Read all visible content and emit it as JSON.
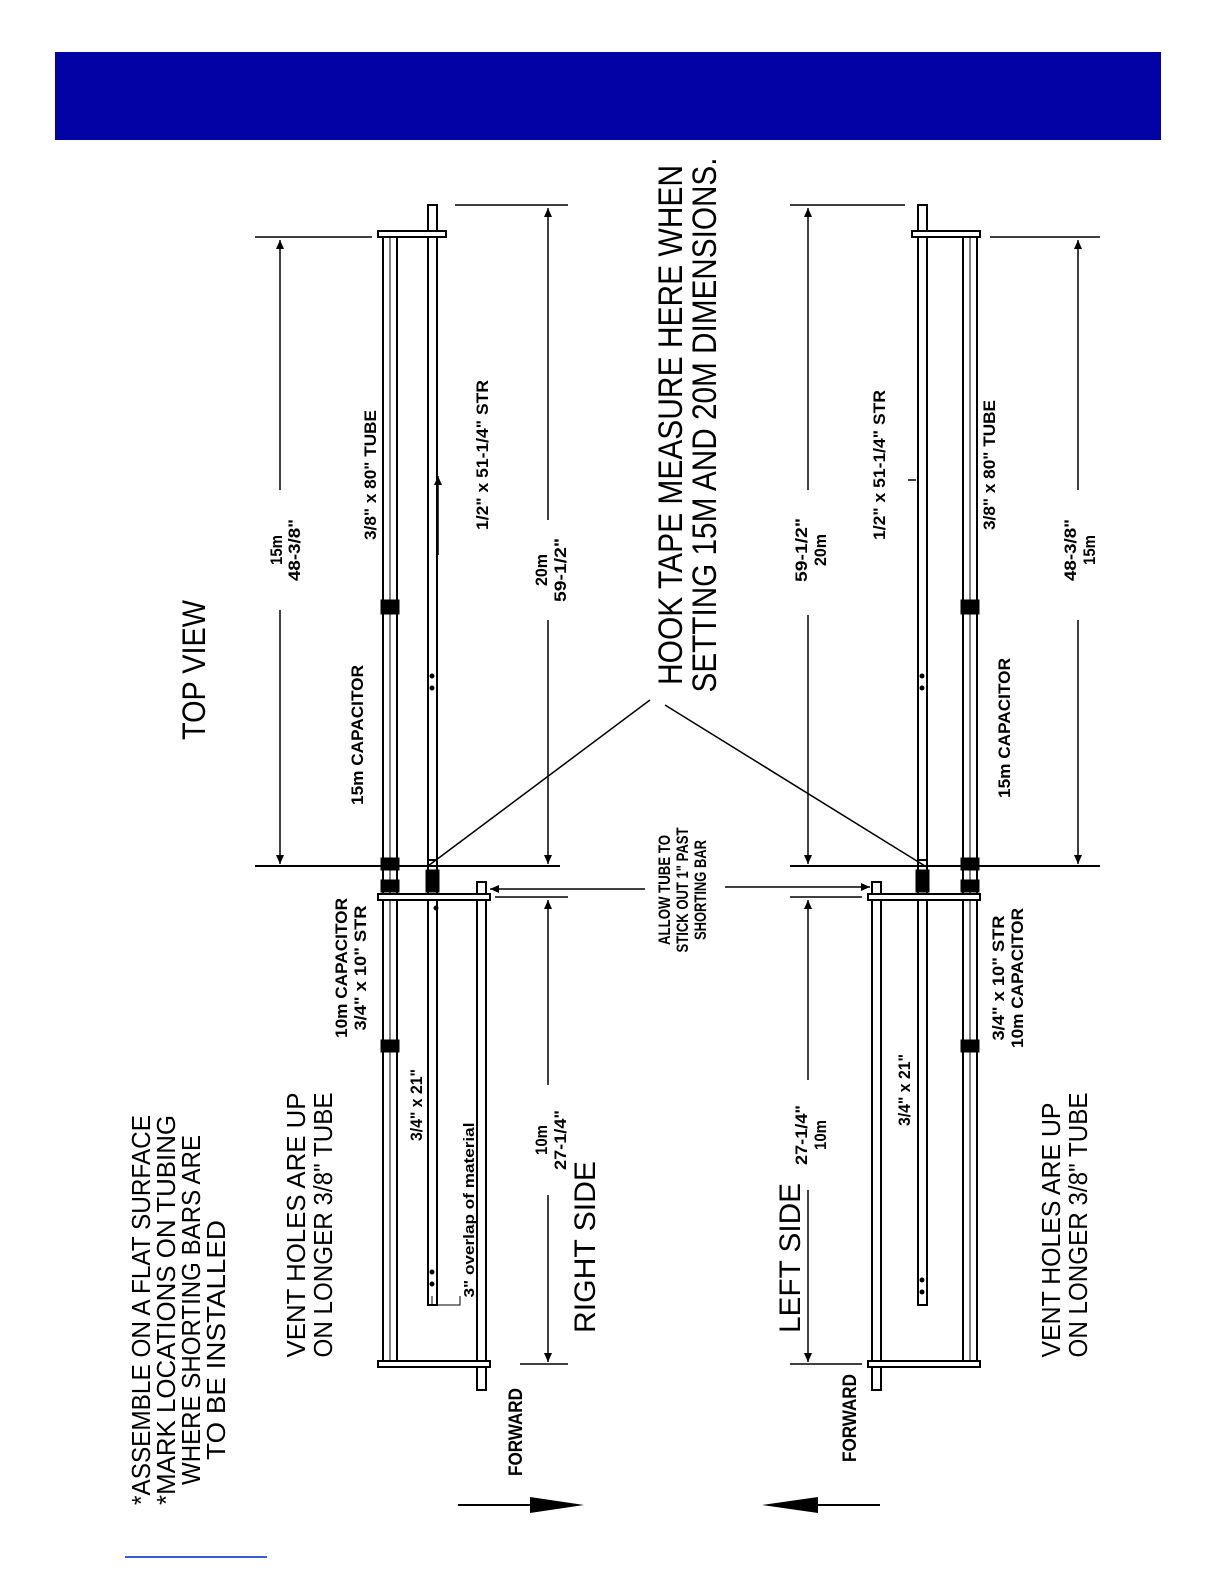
{
  "colors": {
    "header": "#0303a5",
    "footer_rule": "#3b5bd6",
    "ink": "#000000"
  },
  "title": "TOP VIEW",
  "hook_note": [
    "HOOK TAPE MEASURE HERE WHEN",
    "SETTING 15M AND 20M DIMENSIONS."
  ],
  "allow_note": [
    "ALLOW TUBE TO",
    "STICK OUT 1\" PAST",
    "SHORTING BAR"
  ],
  "instructions": [
    "*ASSEMBLE ON A FLAT SURFACE",
    "*MARK LOCATIONS ON TUBING",
    "WHERE SHORTING BARS ARE",
    "TO BE INSTALLED"
  ],
  "forward_label": "FORWARD",
  "right_side": {
    "side_label": "RIGHT SIDE",
    "vent_note": [
      "VENT HOLES ARE UP",
      "ON LONGER 3/8\" TUBE"
    ],
    "dim_15m": [
      "15m",
      "48-3/8\""
    ],
    "tube_label": "3/8\" x 80\" TUBE",
    "str_label": "1/2\" x 51-1/4\" STR",
    "dim_20m": [
      "20m",
      "59-1/2\""
    ],
    "cap15_label": "15m CAPACITOR",
    "cap10_label": [
      "10m CAPACITOR",
      "3/4\" x 10\" STR"
    ],
    "short_label": "3/4\" x 21\"",
    "overlap_label": "3\" overlap of material",
    "dim_10m": [
      "10m",
      "27-1/4\""
    ]
  },
  "left_side": {
    "side_label": "LEFT SIDE",
    "vent_note": [
      "VENT HOLES ARE UP",
      "ON LONGER 3/8\" TUBE"
    ],
    "dim_20m": [
      "59-1/2\"",
      "20m"
    ],
    "str_label": "1/2\" x 51-1/4\" STR",
    "tube_label": "3/8\" x 80\" TUBE",
    "dim_15m": [
      "48-3/8\"",
      "15m"
    ],
    "cap15_label": "15m CAPACITOR",
    "cap10_label": [
      "3/4\" x 10\" STR",
      "10m CAPACITOR"
    ],
    "short_label": "3/4\" x 21\"",
    "dim_10m": [
      "27-1/4\"",
      "10m"
    ]
  }
}
